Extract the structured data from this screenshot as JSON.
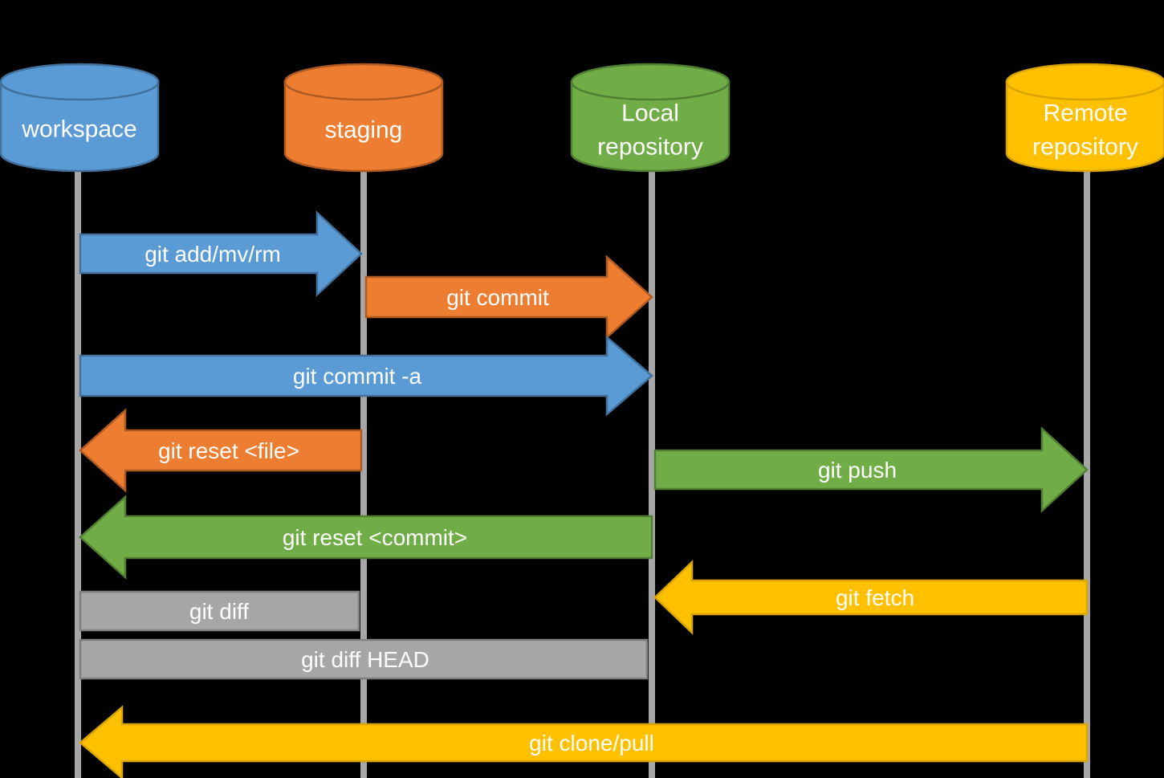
{
  "colors": {
    "background": "#000000",
    "lifeline": "#A6A6A6",
    "text": "#FFFFFF",
    "blue": {
      "fill": "#5B9BD5",
      "stroke": "#41719C"
    },
    "orange": {
      "fill": "#ED7D31",
      "stroke": "#AE5A21"
    },
    "green": {
      "fill": "#70AD47",
      "stroke": "#507E32"
    },
    "yellow": {
      "fill": "#FFC000",
      "stroke": "#D9A300"
    },
    "gray": {
      "fill": "#A6A6A6",
      "stroke": "#7F7F7F"
    }
  },
  "nodes": {
    "workspace": {
      "label": "workspace",
      "color": "blue"
    },
    "staging": {
      "label": "staging",
      "color": "orange"
    },
    "local": {
      "label_line1": "Local",
      "label_line2": "repository",
      "color": "green"
    },
    "remote": {
      "label_line1": "Remote",
      "label_line2": "repository",
      "color": "yellow"
    }
  },
  "commands": {
    "add_mv_rm": {
      "label": "git add/mv/rm",
      "from": "workspace",
      "to": "staging",
      "shape": "arrow",
      "color": "blue"
    },
    "commit": {
      "label": "git commit",
      "from": "staging",
      "to": "local",
      "shape": "arrow",
      "color": "orange"
    },
    "commit_a": {
      "label": "git commit -a",
      "from": "workspace",
      "to": "local",
      "shape": "arrow",
      "color": "blue"
    },
    "reset_file": {
      "label": "git reset <file>",
      "from": "staging",
      "to": "workspace",
      "shape": "arrow",
      "color": "orange"
    },
    "push": {
      "label": "git push",
      "from": "local",
      "to": "remote",
      "shape": "arrow",
      "color": "green"
    },
    "reset_commit": {
      "label": "git reset <commit>",
      "from": "local",
      "to": "workspace",
      "shape": "arrow",
      "color": "green"
    },
    "fetch": {
      "label": "git fetch",
      "from": "remote",
      "to": "local",
      "shape": "arrow",
      "color": "yellow"
    },
    "diff": {
      "label": "git diff",
      "from": "workspace",
      "to": "staging",
      "shape": "box",
      "color": "gray"
    },
    "diff_head": {
      "label": "git diff HEAD",
      "from": "workspace",
      "to": "local",
      "shape": "box",
      "color": "gray"
    },
    "clone_pull": {
      "label": "git clone/pull",
      "from": "remote",
      "to": "workspace",
      "shape": "arrow",
      "color": "yellow"
    }
  }
}
